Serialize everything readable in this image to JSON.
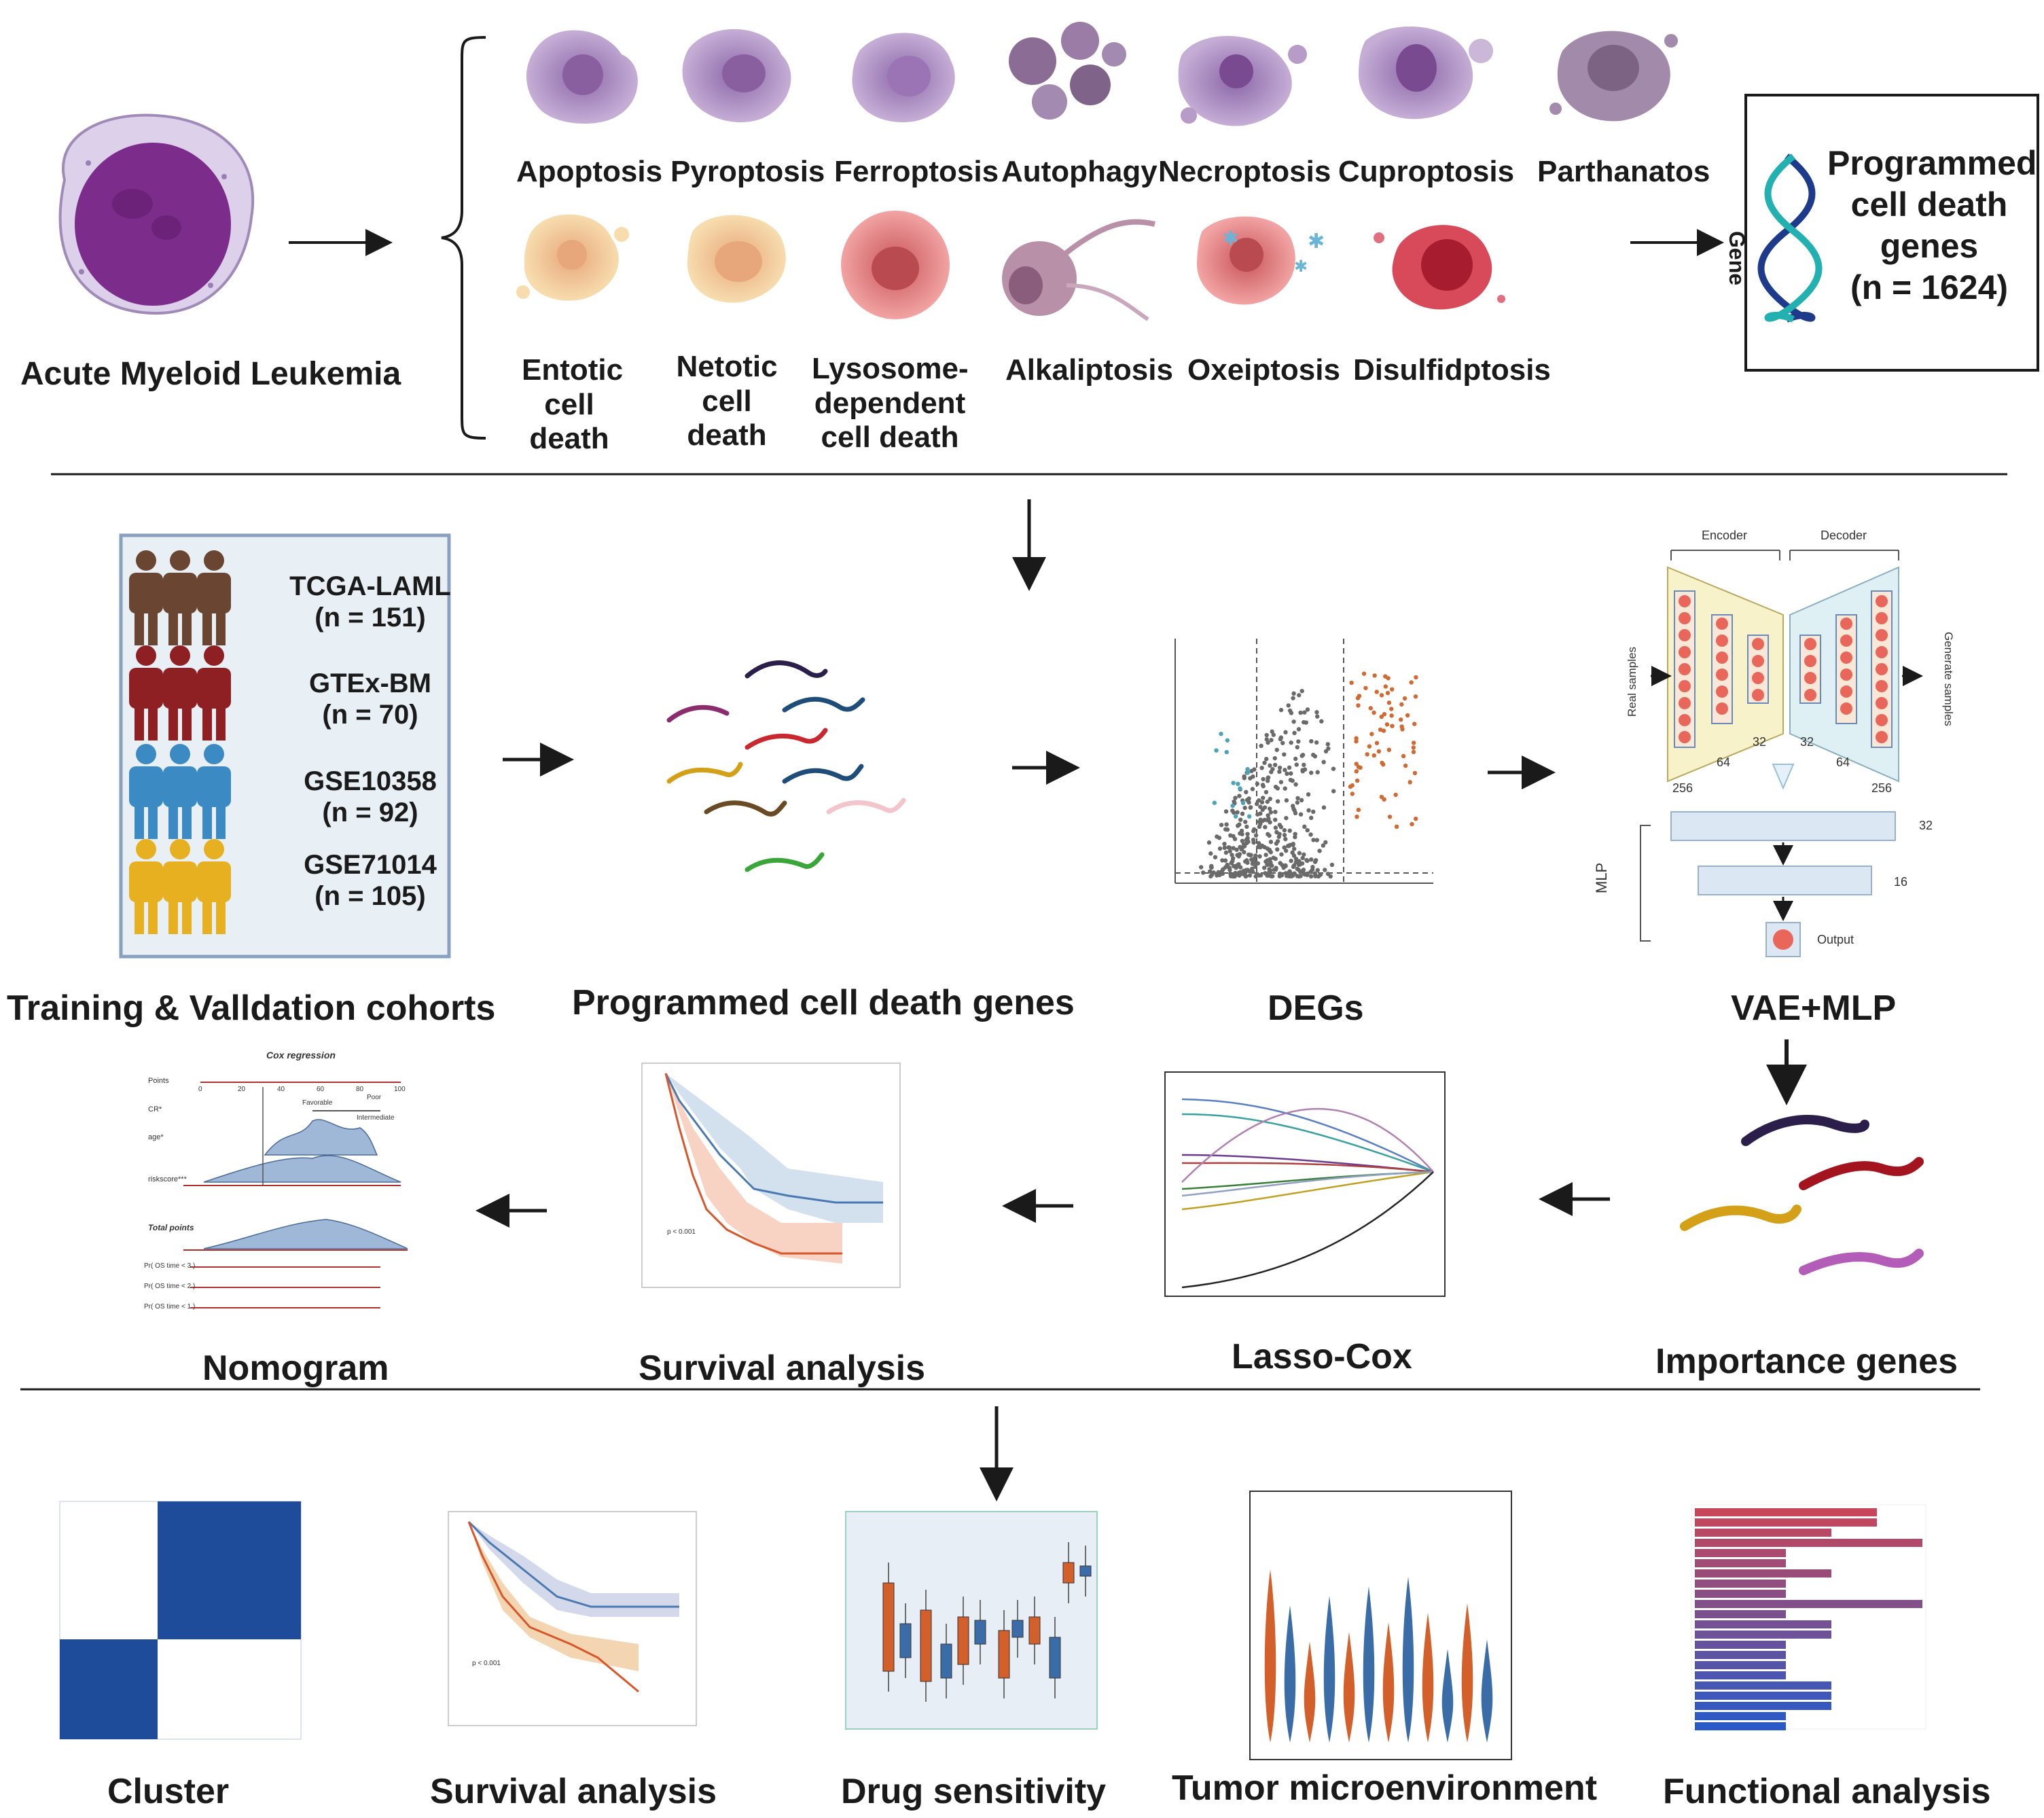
{
  "colors": {
    "purple_cell": "#a98bbd",
    "purple_dark": "#6b3f88",
    "orange_cell": "#f2cf9a",
    "pink_cell": "#e98a8a",
    "red_cell": "#c8283c",
    "cohort_brown": "#6a4532",
    "cohort_red": "#8e1f22",
    "cohort_blue": "#3b8ac4",
    "cohort_yellow": "#e6b020",
    "blue_series": "#3a6da8",
    "orange_series": "#d35f2a",
    "cluster_blue": "#1f4c9a"
  },
  "top": {
    "aml_label": "Acute Myeloid Leukemia",
    "death_types_row1": [
      "Apoptosis",
      "Pyroptosis",
      "Ferroptosis",
      "Autophagy",
      "Necroptosis",
      "Cuproptosis",
      "Parthanatos"
    ],
    "death_types_row2": [
      [
        "Entotic",
        "cell",
        "death"
      ],
      [
        "Netotic",
        "cell",
        "death"
      ],
      [
        "Lysosome-",
        "dependent",
        "cell death"
      ],
      [
        "Alkaliptosis"
      ],
      [
        "Oxeiptosis"
      ],
      [
        "Disulfidptosis"
      ]
    ],
    "gene_box": {
      "gene_word": "Gene",
      "title_lines": [
        "Programmed",
        "cell death",
        "genes",
        "(n = 1624)"
      ]
    }
  },
  "middle": {
    "cohorts": [
      {
        "name": "TCGA-LAML",
        "n": "(n = 151)"
      },
      {
        "name": "GTEx-BM",
        "n": "(n = 70)"
      },
      {
        "name": "GSE10358",
        "n": "(n = 92)"
      },
      {
        "name": "GSE71014",
        "n": "(n = 105)"
      }
    ],
    "labels": {
      "training": "Training & Valldation cohorts",
      "pcd_genes": "Programmed cell death genes",
      "degs": "DEGs",
      "vae_mlp": "VAE+MLP",
      "importance": "Importance genes",
      "lasso": "Lasso-Cox",
      "survival": "Survival analysis",
      "nomogram": "Nomogram"
    },
    "vae": {
      "encoder": "Encoder",
      "decoder": "Decoder",
      "real_samples": "Real samples",
      "generate_samples": "Generate samples",
      "sizes": [
        "256",
        "64",
        "32",
        "32",
        "64",
        "256"
      ],
      "mlp": "MLP",
      "mlp_sizes": [
        "32",
        "16"
      ],
      "output": "Output"
    },
    "nomogram": {
      "title": "Cox regression",
      "rows": [
        "Points",
        "CR*",
        "age*",
        "riskscore***",
        "Total points",
        "Pr( OS time < 3 )",
        "Pr( OS time < 2 )",
        "Pr( OS time < 1 )"
      ],
      "points_ticks": [
        "0",
        "20",
        "40",
        "60",
        "80",
        "100"
      ],
      "cr_labels": [
        "Favorable",
        "Poor",
        "Intermediate"
      ]
    },
    "survival_p": "p < 0.001"
  },
  "bottom": {
    "labels": [
      "Cluster",
      "Survival analysis",
      "Drug sensitivity",
      "Tumor microenvironment",
      "Functional analysis"
    ],
    "survival_p": "p < 0.001"
  }
}
